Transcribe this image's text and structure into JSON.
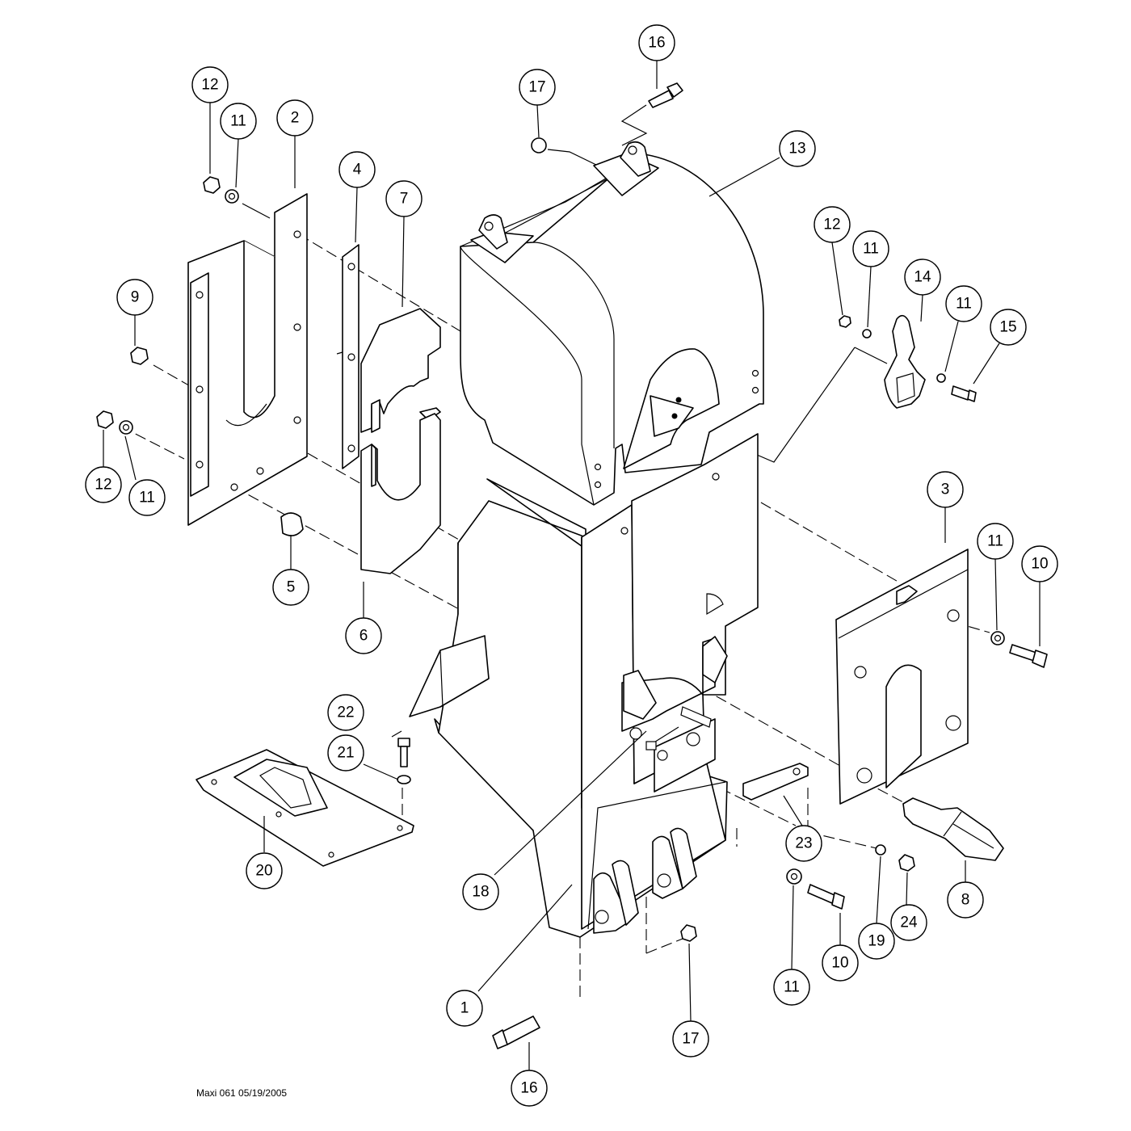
{
  "footer_text": "Maxi 061 05/19/2005",
  "callouts": {
    "c1": "1",
    "c2": "2",
    "c3": "3",
    "c4": "4",
    "c5": "5",
    "c6": "6",
    "c7": "7",
    "c8": "8",
    "c9": "9",
    "c10a": "10",
    "c10b": "10",
    "c11a": "11",
    "c11b": "11",
    "c11c": "11",
    "c11d": "11",
    "c11e": "11",
    "c11f": "11",
    "c12a": "12",
    "c12b": "12",
    "c12c": "12",
    "c13": "13",
    "c14": "14",
    "c15": "15",
    "c16a": "16",
    "c16b": "16",
    "c17a": "17",
    "c17b": "17",
    "c18": "18",
    "c19": "19",
    "c20": "20",
    "c21": "21",
    "c22": "22",
    "c23": "23",
    "c24": "24"
  }
}
